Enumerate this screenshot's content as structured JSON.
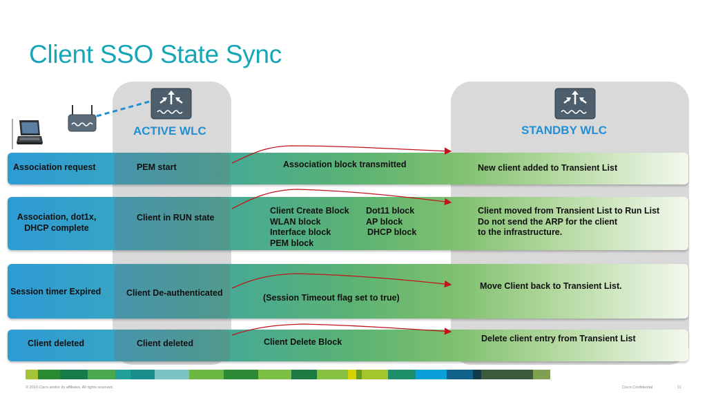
{
  "title": "Client SSO State Sync",
  "columns": {
    "active": "ACTIVE WLC",
    "standby": "STANDBY WLC"
  },
  "icons": {
    "controller": "wlc-router-icon",
    "access_point": "access-point-icon",
    "client": "laptop-icon"
  },
  "colors": {
    "title": "#17a6b8",
    "wlc_label": "#1f8fd6",
    "arrow": "#c0141c",
    "link": "#1f8fd6"
  },
  "rows": [
    {
      "client_event": "Association request",
      "active_action": "PEM start",
      "transfer": "Association block transmitted",
      "standby_result": "New client added to Transient List"
    },
    {
      "client_event": "Association, dot1x,\nDHCP complete",
      "active_action": "Client in RUN state",
      "transfer_blocks": [
        "Client Create Block",
        "WLAN block",
        "Interface block",
        "PEM block"
      ],
      "transfer_blocks_b": [
        "Dot11 block",
        "AP block",
        "DHCP block"
      ],
      "standby_result_lines": [
        "Client moved from Transient List to Run List",
        "Do not send the ARP for the client",
        "to the infrastructure."
      ]
    },
    {
      "client_event": "Session timer Expired",
      "active_action": "Client De-authenticated",
      "transfer": "(Session Timeout flag set to true)",
      "standby_result": "Move Client back to Transient List."
    },
    {
      "client_event": "Client deleted",
      "active_action": "Client deleted",
      "transfer": "Client Delete Block",
      "standby_result": "Delete client entry from Transient List"
    }
  ],
  "footer": {
    "copyright": "© 2010 Cisco and/or its affiliates. All rights reserved.",
    "confidential": "Cisco Confidential",
    "page_number": "11",
    "strip_colors": [
      "#a6c437",
      "#2a8a32",
      "#177a4a",
      "#4aa84e",
      "#21a09a",
      "#1a8c8c",
      "#7cc4c4",
      "#6cb842",
      "#2d8a34",
      "#7bbf45",
      "#1d7a40",
      "#86c040",
      "#d7d300",
      "#6a9a1e",
      "#a2c62e",
      "#1c8f6a",
      "#0a9fd8",
      "#10628a",
      "#113a4a",
      "#3c5a3c",
      "#7fa050"
    ]
  }
}
